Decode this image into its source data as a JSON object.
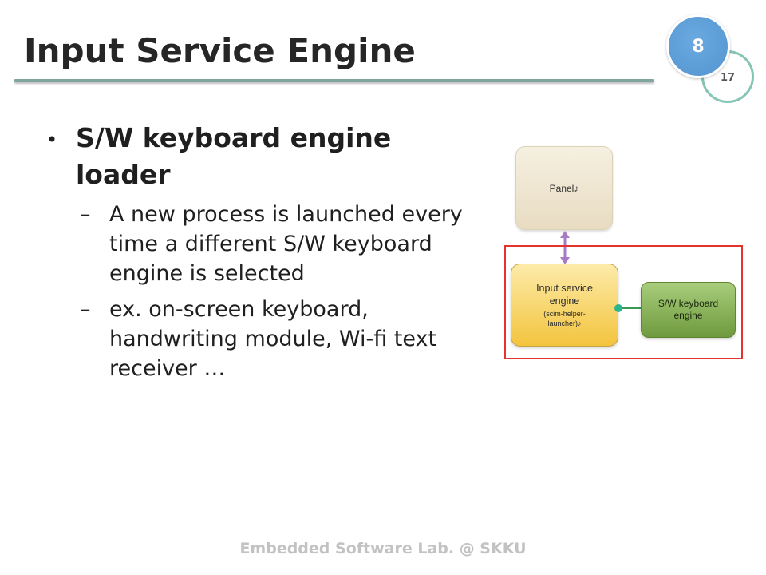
{
  "slide": {
    "title": "Input Service Engine",
    "page_badge": {
      "number": "8",
      "total": "17"
    },
    "bullets": [
      {
        "marker": "•",
        "text": "S/W keyboard engine loader",
        "sub_bullets": [
          {
            "marker": "–",
            "text": "A new process is launched every time a different S/W keyboard engine is selected"
          },
          {
            "marker": "–",
            "text": "ex. on-screen keyboard, handwriting module, Wi-fi text receiver …"
          }
        ]
      }
    ],
    "footer": "Embedded Software Lab. @ SKKU"
  },
  "diagram": {
    "panel": {
      "label": "Panel♪"
    },
    "input_service_engine": {
      "label": "Input service engine",
      "sublabel": "(scim-helper-launcher)♪"
    },
    "sw_keyboard_engine": {
      "label": "S/W keyboard engine"
    },
    "connections": [
      {
        "from": "panel",
        "to": "input_service_engine",
        "style": "double-arrow"
      },
      {
        "from": "input_service_engine",
        "to": "sw_keyboard_engine",
        "style": "line-with-dot"
      }
    ]
  },
  "colors": {
    "accent_blue": "#5b9bd5",
    "teal": "#86c4b5",
    "title_rule": "#7ea69c",
    "highlight_red": "#e5322d",
    "arrow_purple": "#a77bc4",
    "connector_green": "#3a9a55",
    "connector_dot": "#2cb48c"
  }
}
